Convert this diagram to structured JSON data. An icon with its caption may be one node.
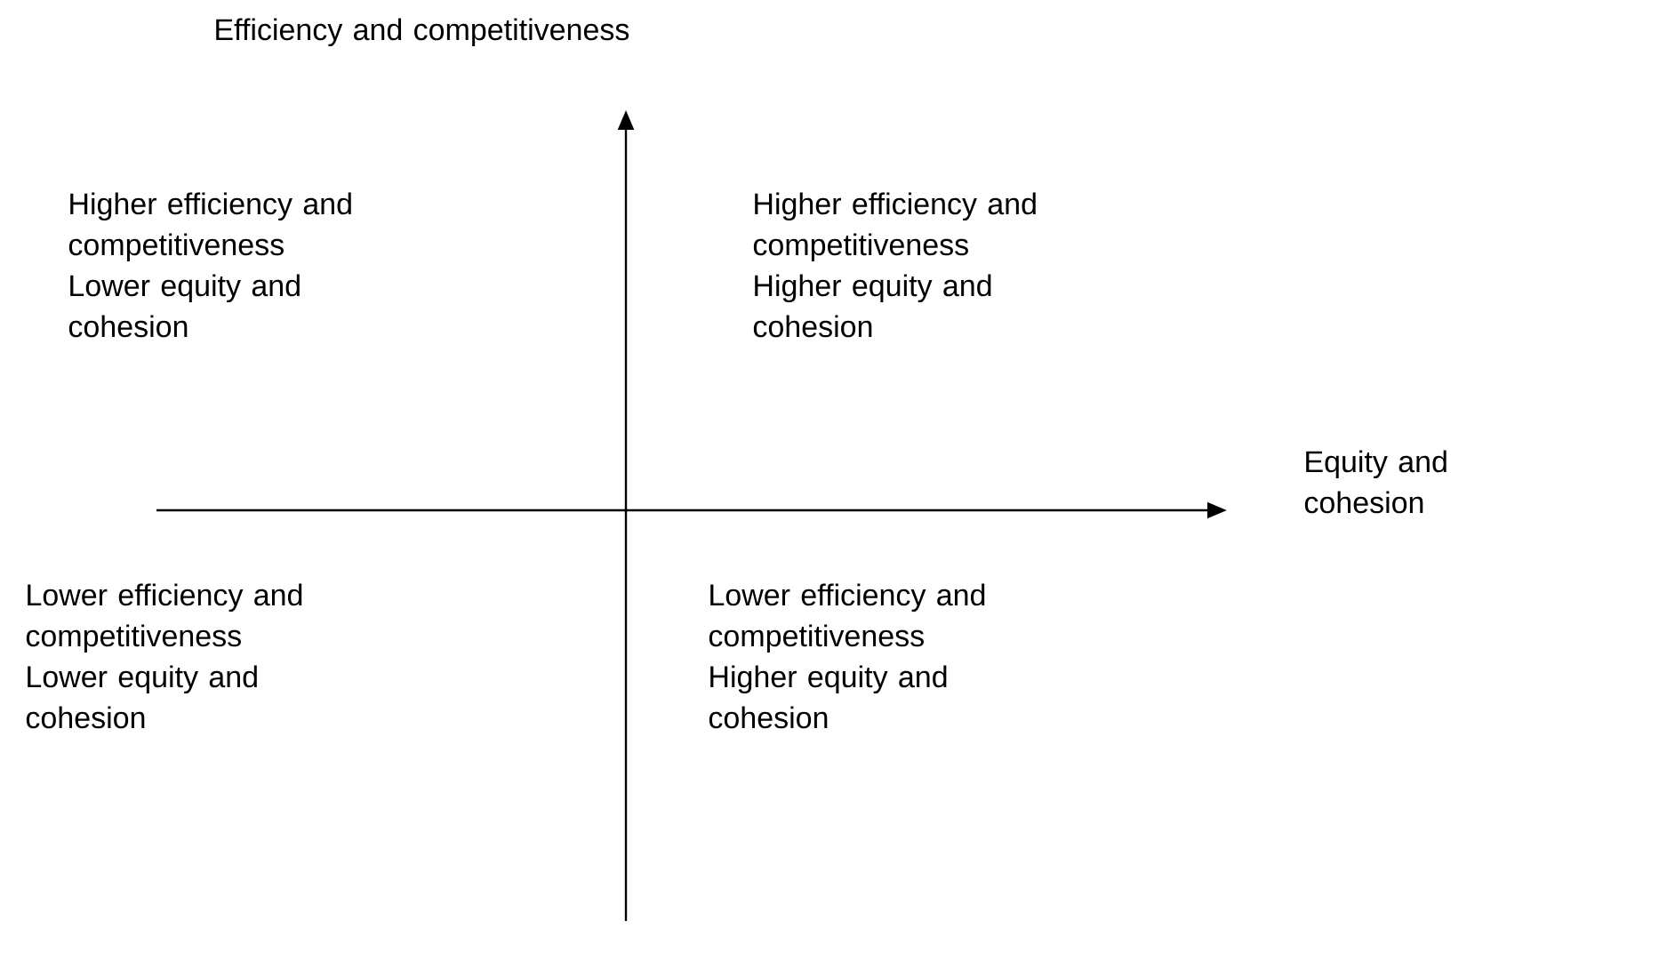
{
  "diagram": {
    "labels": [
      "Efficiency and competitiveness",
      "Higher efficiency and competitiveness",
      "Lower equity and cohesion",
      "Higher efficiency and competitiveness",
      "Higher equity and cohesion",
      "Equity and cohesion",
      "Lower efficiency and competitiveness",
      "Lower equity and cohesion",
      "Lower efficiency and competitiveness",
      "Higher equity and cohesion"
    ]
  }
}
